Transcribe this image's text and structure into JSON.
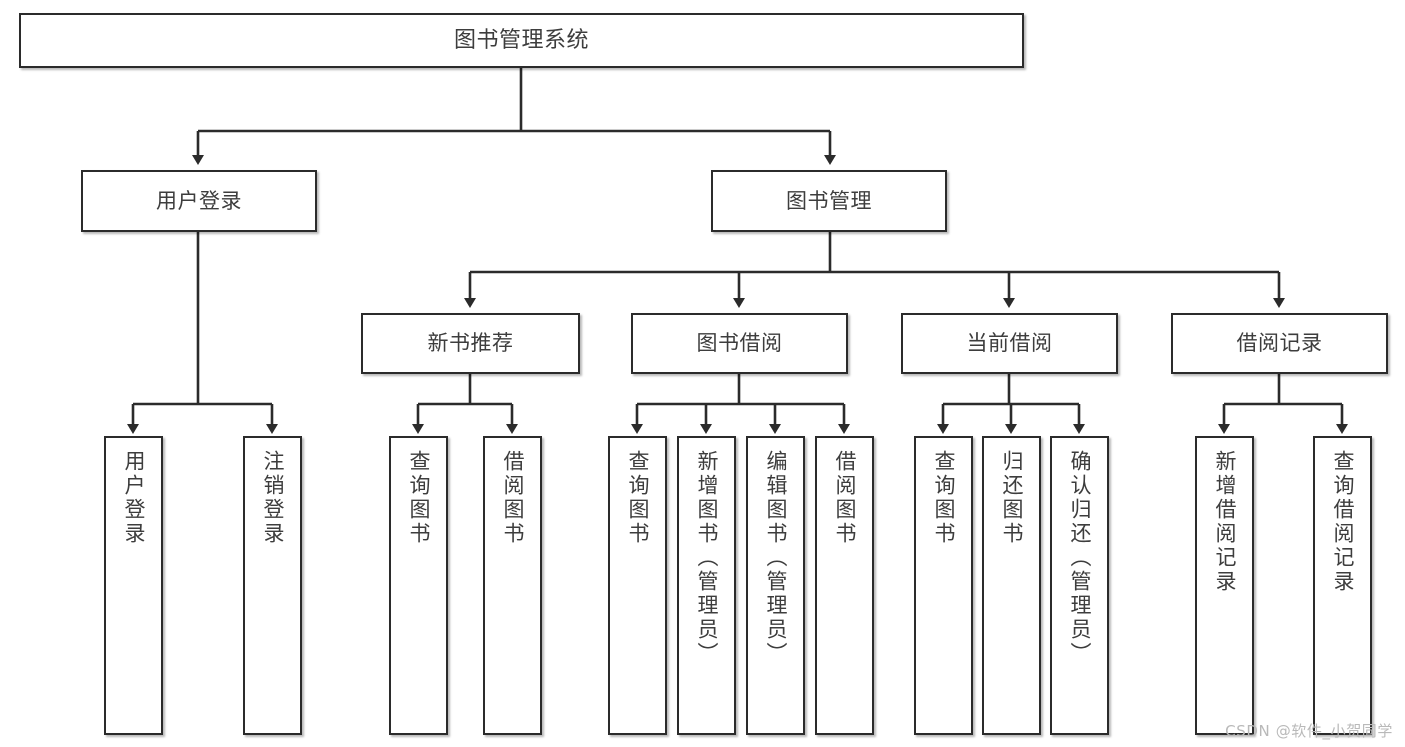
{
  "diagram": {
    "title": "图书管理系统",
    "type": "tree-hierarchy-diagram",
    "colors": {
      "box_border": "#2b2b2b",
      "box_fill": "#ffffff",
      "edge": "#2b2b2b",
      "text": "#3d3d3d",
      "watermark": "#b9b9b9",
      "background": "#ffffff"
    },
    "root": {
      "label": "图书管理系统"
    },
    "level1": [
      {
        "label": "用户登录"
      },
      {
        "label": "图书管理"
      }
    ],
    "level2": [
      {
        "label": "新书推荐"
      },
      {
        "label": "图书借阅"
      },
      {
        "label": "当前借阅"
      },
      {
        "label": "借阅记录"
      }
    ],
    "leaves": {
      "user_login": [
        {
          "label": "用户登录"
        },
        {
          "label": "注销登录"
        }
      ],
      "new_book_recommend": [
        {
          "label": "查询图书"
        },
        {
          "label": "借阅图书"
        }
      ],
      "book_borrow": [
        {
          "label": "查询图书"
        },
        {
          "label": "新增图书（管理员）"
        },
        {
          "label": "编辑图书（管理员）"
        },
        {
          "label": "借阅图书"
        }
      ],
      "current_borrow": [
        {
          "label": "查询图书"
        },
        {
          "label": "归还图书"
        },
        {
          "label": "确认归还（管理员）"
        }
      ],
      "borrow_record": [
        {
          "label": "新增借阅记录"
        },
        {
          "label": "查询借阅记录"
        }
      ]
    }
  },
  "watermark": {
    "text": "CSDN @软件_小贺同学"
  }
}
